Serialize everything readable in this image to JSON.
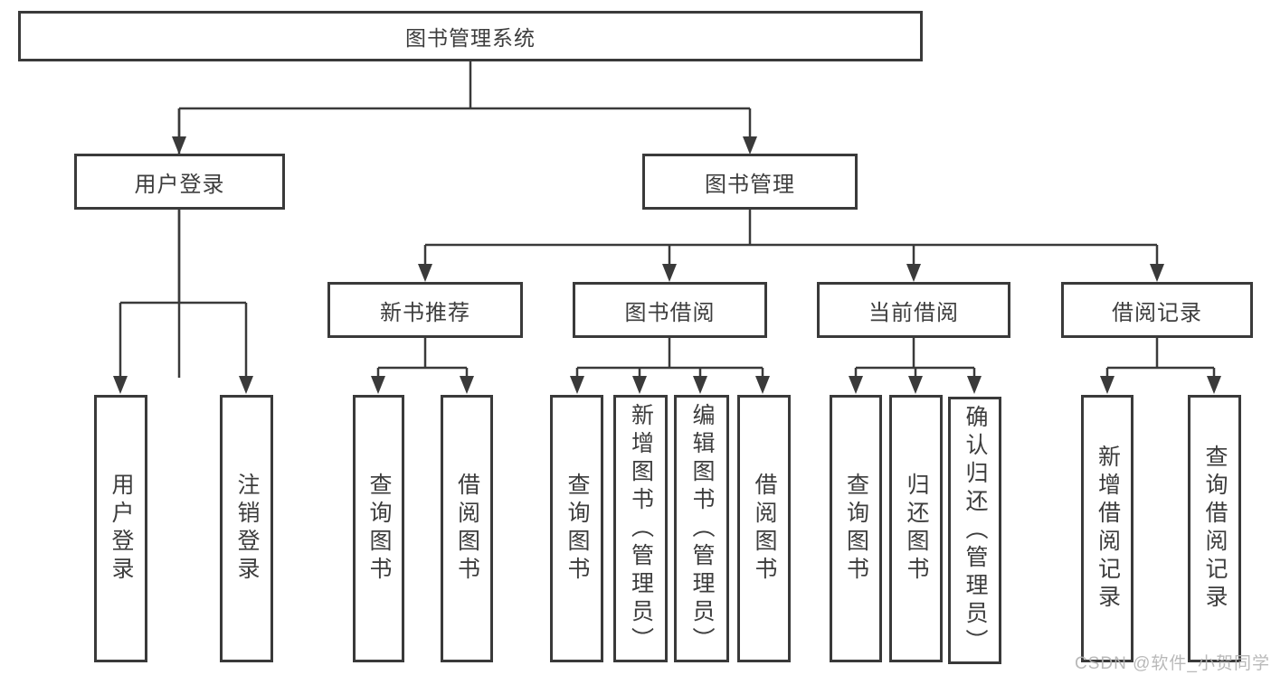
{
  "root": {
    "label": "图书管理系统"
  },
  "level1": [
    {
      "id": "user-login",
      "label": "用户登录"
    },
    {
      "id": "book-management",
      "label": "图书管理"
    }
  ],
  "level2": [
    {
      "id": "new-book-recommend",
      "label": "新书推荐",
      "parent": "图书管理"
    },
    {
      "id": "book-borrow",
      "label": "图书借阅",
      "parent": "图书管理"
    },
    {
      "id": "current-borrow",
      "label": "当前借阅",
      "parent": "图书管理"
    },
    {
      "id": "borrow-records",
      "label": "借阅记录",
      "parent": "图书管理"
    }
  ],
  "leaves": [
    {
      "label": "用户登录",
      "parent": "用户登录"
    },
    {
      "label": "注销登录",
      "parent": "用户登录"
    },
    {
      "label": "查询图书",
      "parent": "新书推荐"
    },
    {
      "label": "借阅图书",
      "parent": "新书推荐"
    },
    {
      "label": "查询图书",
      "parent": "图书借阅"
    },
    {
      "label": "新增图书（管理员）",
      "parent": "图书借阅"
    },
    {
      "label": "编辑图书（管理员）",
      "parent": "图书借阅"
    },
    {
      "label": "借阅图书",
      "parent": "图书借阅"
    },
    {
      "label": "查询图书",
      "parent": "当前借阅"
    },
    {
      "label": "归还图书",
      "parent": "当前借阅"
    },
    {
      "label": "确认归还（管理员）",
      "parent": "当前借阅"
    },
    {
      "label": "新增借阅记录",
      "parent": "借阅记录"
    },
    {
      "label": "查询借阅记录",
      "parent": "借阅记录"
    }
  ],
  "watermark": {
    "text": "CSDN @软件_小贺同学"
  },
  "colors": {
    "line": "#3a3a3a",
    "text": "#3d3d3d",
    "watermark": "#b2b2b2",
    "background": "#ffffff"
  }
}
